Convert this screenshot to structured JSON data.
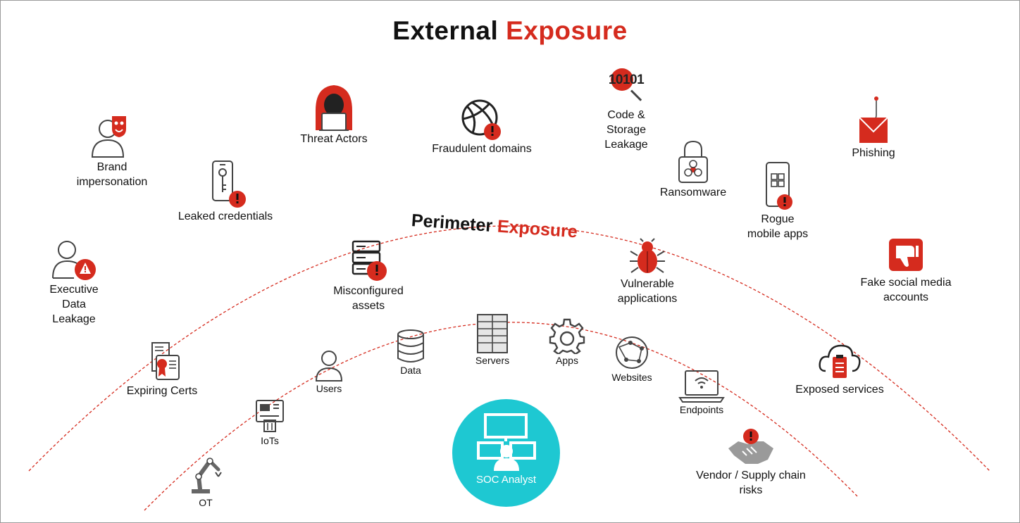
{
  "title": {
    "part1": "External",
    "part2": "Exposure"
  },
  "perimeter_title": {
    "part1": "Perimeter",
    "part2": "Exposure"
  },
  "colors": {
    "accent_red": "#d52b1e",
    "soc_teal": "#1ec8d2",
    "icon_gray": "#444444"
  },
  "external": {
    "brand": {
      "line1": "Brand",
      "line2": "impersonation"
    },
    "leaked": {
      "line1": "Leaked credentials"
    },
    "threat": {
      "line1": "Threat Actors"
    },
    "fraud": {
      "line1": "Fraudulent domains"
    },
    "code": {
      "glyph": "10101",
      "line1": "Code &",
      "line2": "Storage",
      "line3": "Leakage"
    },
    "ransom": {
      "line1": "Ransomware"
    },
    "rogue": {
      "line1": "Rogue",
      "line2": "mobile apps"
    },
    "phishing": {
      "line1": "Phishing"
    },
    "exec": {
      "line1": "Executive",
      "line2": "Data",
      "line3": "Leakage"
    },
    "fake": {
      "line1": "Fake social media",
      "line2": "accounts"
    }
  },
  "perimeter": {
    "misconfig": {
      "line1": "Misconfigured",
      "line2": "assets"
    },
    "vuln": {
      "line1": "Vulnerable",
      "line2": "applications"
    },
    "certs": {
      "line1": "Expiring Certs"
    },
    "exposed": {
      "line1": "Exposed services"
    },
    "vendor": {
      "line1": "Vendor / Supply chain",
      "line2": "risks"
    }
  },
  "internal": {
    "users": "Users",
    "data": "Data",
    "servers": "Servers",
    "apps": "Apps",
    "websites": "Websites",
    "endpoints": "Endpoints",
    "iots": "IoTs",
    "ot": "OT"
  },
  "soc": {
    "label": "SOC Analyst"
  },
  "icons": [
    "brand-mask-icon",
    "phone-key-icon",
    "hacker-icon",
    "globe-alert-icon",
    "binary-search-icon",
    "biohazard-lock-icon",
    "phone-qr-icon",
    "phishing-envelope-icon",
    "user-warning-icon",
    "thumbs-down-icon",
    "server-alert-icon",
    "bug-icon",
    "certificate-icon",
    "cloud-clipboard-icon",
    "handshake-alert-icon",
    "user-icon",
    "database-icon",
    "server-rack-icon",
    "gear-icon",
    "globe-network-icon",
    "laptop-wifi-icon",
    "atm-icon",
    "robot-arm-icon",
    "monitor-desk-icon"
  ]
}
